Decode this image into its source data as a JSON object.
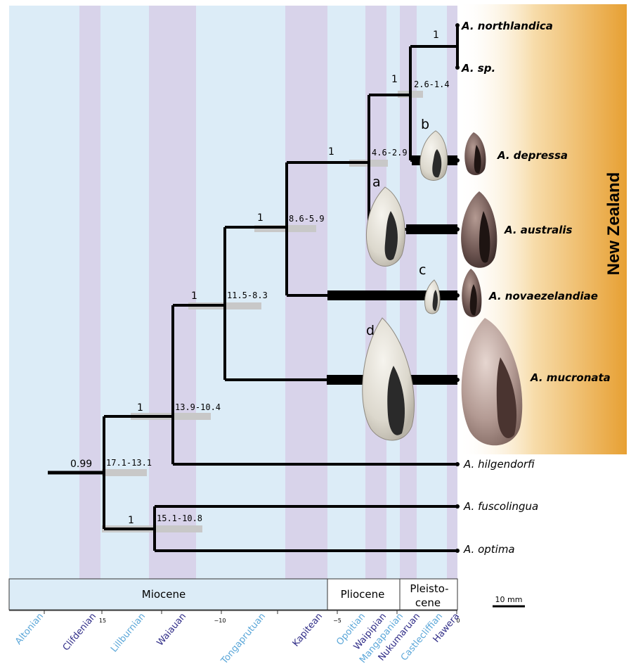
{
  "stage_labels": [
    {
      "name": "Altonian",
      "color": "#5aa6d8"
    },
    {
      "name": "Clifdenian",
      "color": "#2e2b86"
    },
    {
      "name": "Lillburnian",
      "color": "#5aa6d8"
    },
    {
      "name": "Waiauan",
      "color": "#2e2b86"
    },
    {
      "name": "Tongaprutuan",
      "color": "#5aa6d8"
    },
    {
      "name": "Kapitean",
      "color": "#2e2b86"
    },
    {
      "name": "Opoitian",
      "color": "#5aa6d8"
    },
    {
      "name": "Waipipian",
      "color": "#2e2b86"
    },
    {
      "name": "Mangapanian",
      "color": "#5aa6d8"
    },
    {
      "name": "Nukumaruan",
      "color": "#2e2b86"
    },
    {
      "name": "Castlecliffian",
      "color": "#5aa6d8"
    },
    {
      "name": "Hawera",
      "color": "#2e2b86"
    }
  ],
  "epochs": {
    "miocene": "Miocene",
    "pliocene": "Pliocene",
    "pleisto_1": "Pleisto-",
    "pleisto_2": "cene"
  },
  "axis_ticks": {
    "t15": "15",
    "t10": "−10",
    "t5": "−5",
    "t0": "0"
  },
  "taxa": {
    "northlandica": "A. northlandica",
    "sp": "A. sp.",
    "depressa": "A. depressa",
    "australis": "A. australis",
    "novaezelandiae": "A. novaezelandiae",
    "mucronata": "A. mucronata",
    "hilgendorfi": "A. hilgendorfi",
    "fuscolingua": "A. fuscolingua",
    "optima": "A. optima"
  },
  "nodes": {
    "root": {
      "support": "0.99",
      "age": "17.1-13.1"
    },
    "n2": {
      "support": "1",
      "age": "13.9-10.4"
    },
    "n3": {
      "support": "1",
      "age": "11.5-8.3"
    },
    "n4": {
      "support": "1",
      "age": "8.6-5.9"
    },
    "n5": {
      "support": "1",
      "age": "4.6-2.9"
    },
    "n6": {
      "support": "1",
      "age": "2.6-1.4"
    },
    "n7": {
      "support": "1",
      "age": ""
    },
    "n8": {
      "support": "1",
      "age": "15.1-10.8"
    }
  },
  "fossil_labels": {
    "a": "a",
    "b": "b",
    "c": "c",
    "d": "d"
  },
  "region": "New Zealand",
  "scale_bar": "10 mm",
  "colors": {
    "light_band": "#dcecf7",
    "dark_band": "#d8d3ea",
    "branch": "#000000",
    "hpd_bar": "#c8c8c8",
    "nz_gradient": "#e9a032"
  }
}
